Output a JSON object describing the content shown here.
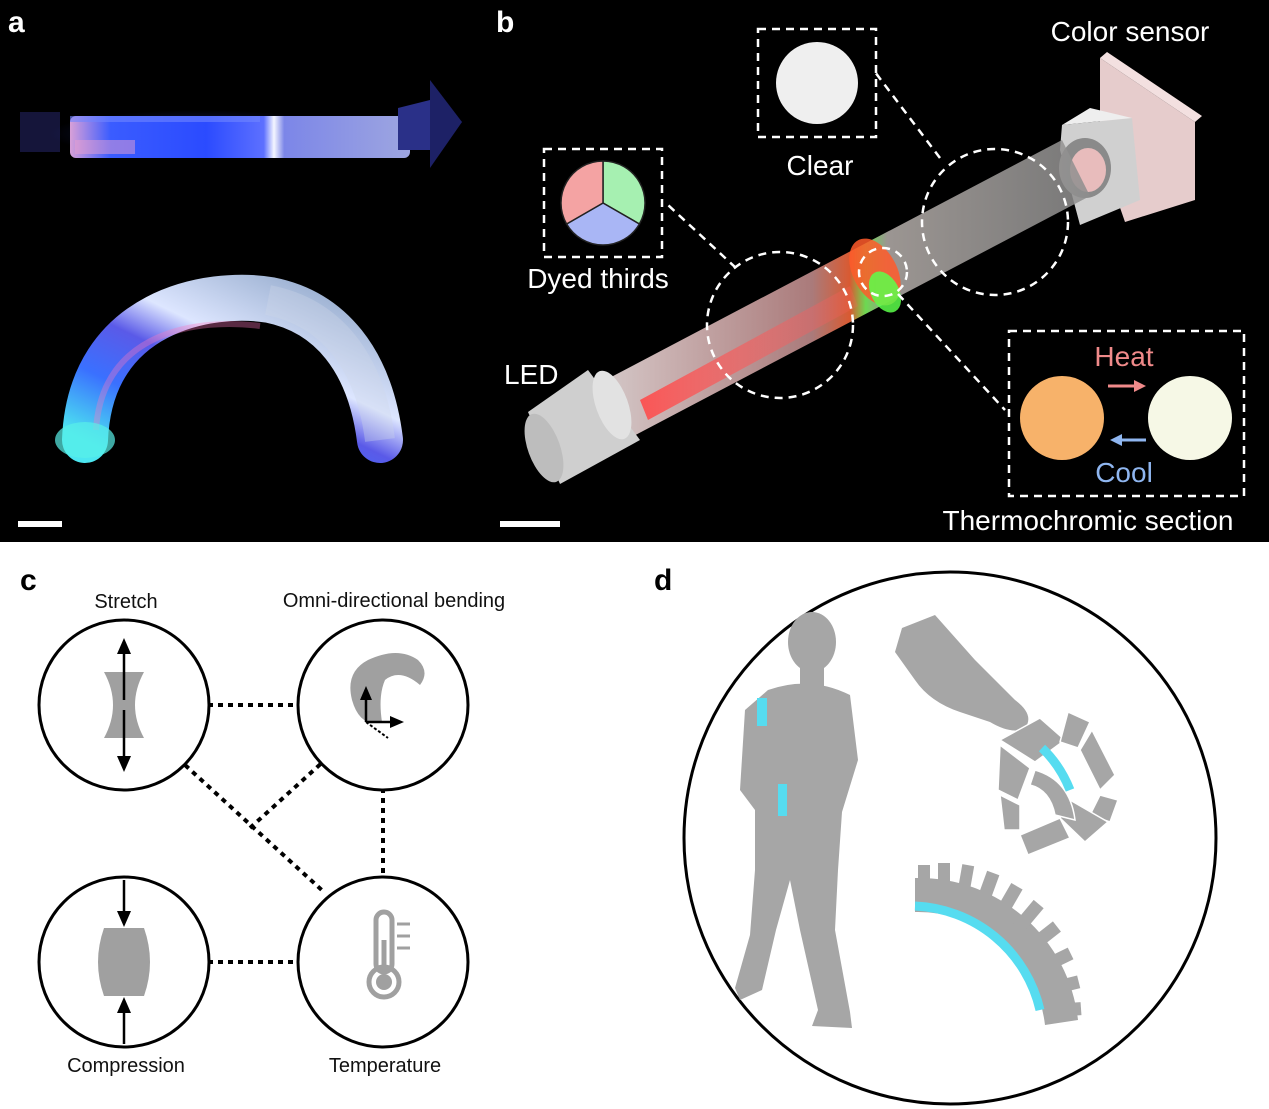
{
  "panels": {
    "a": {
      "letter": "a"
    },
    "b": {
      "letter": "b",
      "labels": {
        "color_sensor": "Color sensor",
        "clear": "Clear",
        "dyed_thirds": "Dyed thirds",
        "led": "LED",
        "heat": "Heat",
        "cool": "Cool",
        "thermochromic": "Thermochromic  section"
      }
    },
    "c": {
      "letter": "c",
      "labels": {
        "stretch": "Stretch",
        "bending": "Omni-directional bending",
        "compression": "Compression",
        "temperature": "Temperature"
      }
    },
    "d": {
      "letter": "d"
    }
  },
  "colors": {
    "dye_red": "#f4a3a3",
    "dye_green": "#a6f0b1",
    "dye_blue": "#a9b6f5",
    "thermo_hot": "#f7b26a",
    "thermo_cold": "#f6f8e6",
    "heat_text": "#f08a8a",
    "cool_text": "#8fb6f0",
    "sensor_strip": "#56dcf0",
    "silhouette": "#a6a6a6"
  },
  "icons": [
    "stretch-icon",
    "bending-icon",
    "compression-icon",
    "thermometer-icon",
    "person-silhouette",
    "hand-silhouette",
    "soft-gripper",
    "soft-actuator"
  ]
}
